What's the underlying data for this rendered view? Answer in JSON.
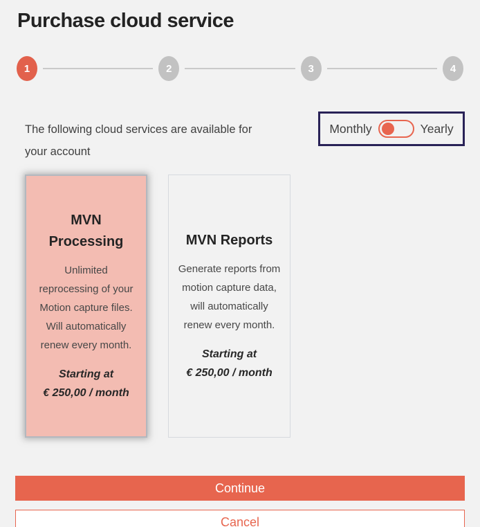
{
  "page": {
    "title": "Purchase cloud service"
  },
  "stepper": {
    "steps": [
      {
        "number": "1",
        "active": true
      },
      {
        "number": "2",
        "active": false
      },
      {
        "number": "3",
        "active": false
      },
      {
        "number": "4",
        "active": false
      }
    ]
  },
  "intro": {
    "text": "The following cloud services are available for your account"
  },
  "billing_toggle": {
    "left_label": "Monthly",
    "right_label": "Yearly",
    "selected": "Monthly"
  },
  "plans": [
    {
      "name": "MVN Processing",
      "description": "Unlimited reprocessing of your Motion capture files. Will automatically renew every month.",
      "price_prefix": "Starting at",
      "price": "€ 250,00 / month",
      "selected": true
    },
    {
      "name": "MVN Reports",
      "description": "Generate reports from motion capture data, will automatically renew every month.",
      "price_prefix": "Starting at",
      "price": "€ 250,00 / month",
      "selected": false
    }
  ],
  "actions": {
    "continue_label": "Continue",
    "cancel_label": "Cancel"
  },
  "colors": {
    "accent": "#e7654e",
    "step_active": "#e2614c",
    "step_inactive": "#c2c2c2",
    "selected_card_bg": "#f3bcb2",
    "toggle_border": "#292257",
    "page_bg": "#f2f2f2"
  }
}
